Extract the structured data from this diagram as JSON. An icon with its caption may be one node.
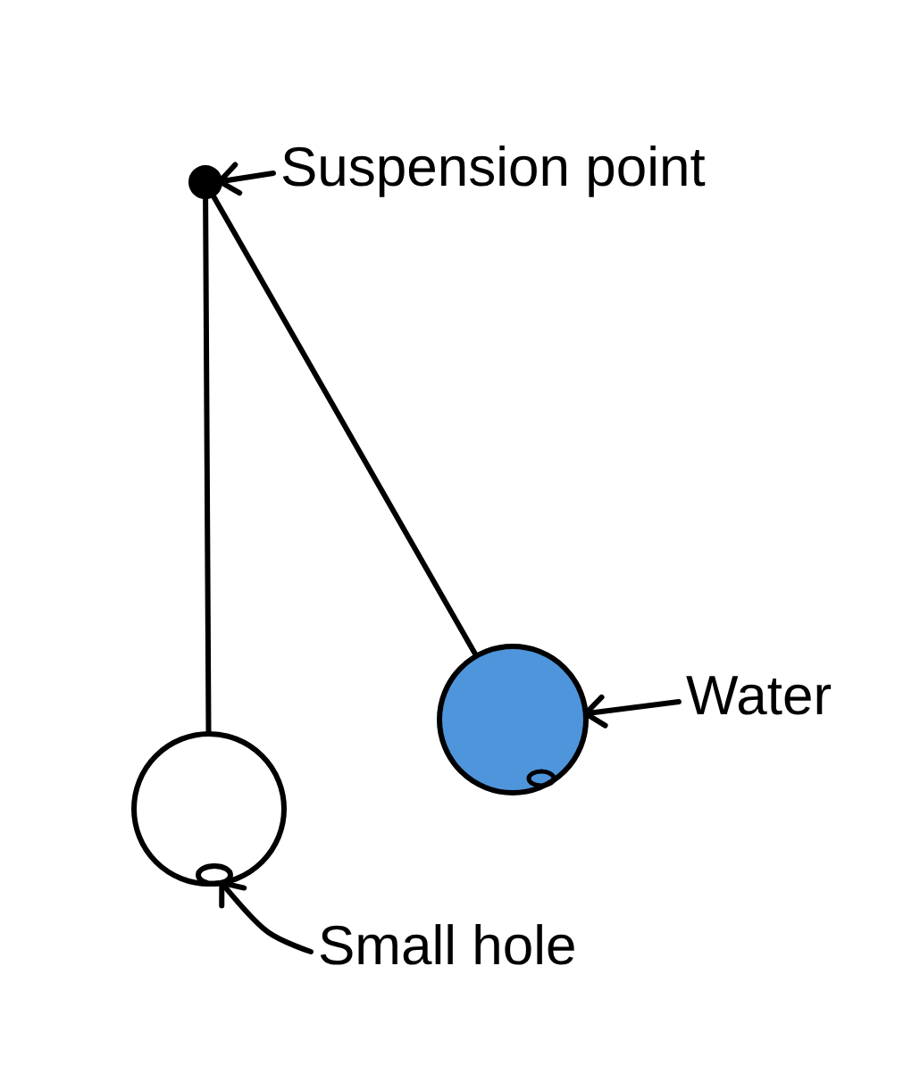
{
  "diagram": {
    "nodes": [
      {
        "text": [
          "Suspension point"
        ]
      },
      {
        "text": [],
        "shape": "circle"
      },
      {
        "text": [
          "Water"
        ]
      },
      {
        "text": [],
        "shape": "circle"
      },
      {
        "text": [],
        "shape": "circle"
      },
      {
        "text": [],
        "shape": "circle",
        "in": 4
      },
      {
        "text": [
          "Small hole"
        ]
      }
    ],
    "edges": [
      {
        "from": 0,
        "to": 1,
        "arrow": "to"
      },
      {
        "from": 1,
        "to": 4,
        "arrow": "none"
      },
      {
        "from": 1,
        "to": 3,
        "arrow": "none"
      },
      {
        "from": 2,
        "to": 3,
        "arrow": "to"
      },
      {
        "from": 6,
        "to": 5,
        "arrow": "to"
      }
    ]
  }
}
